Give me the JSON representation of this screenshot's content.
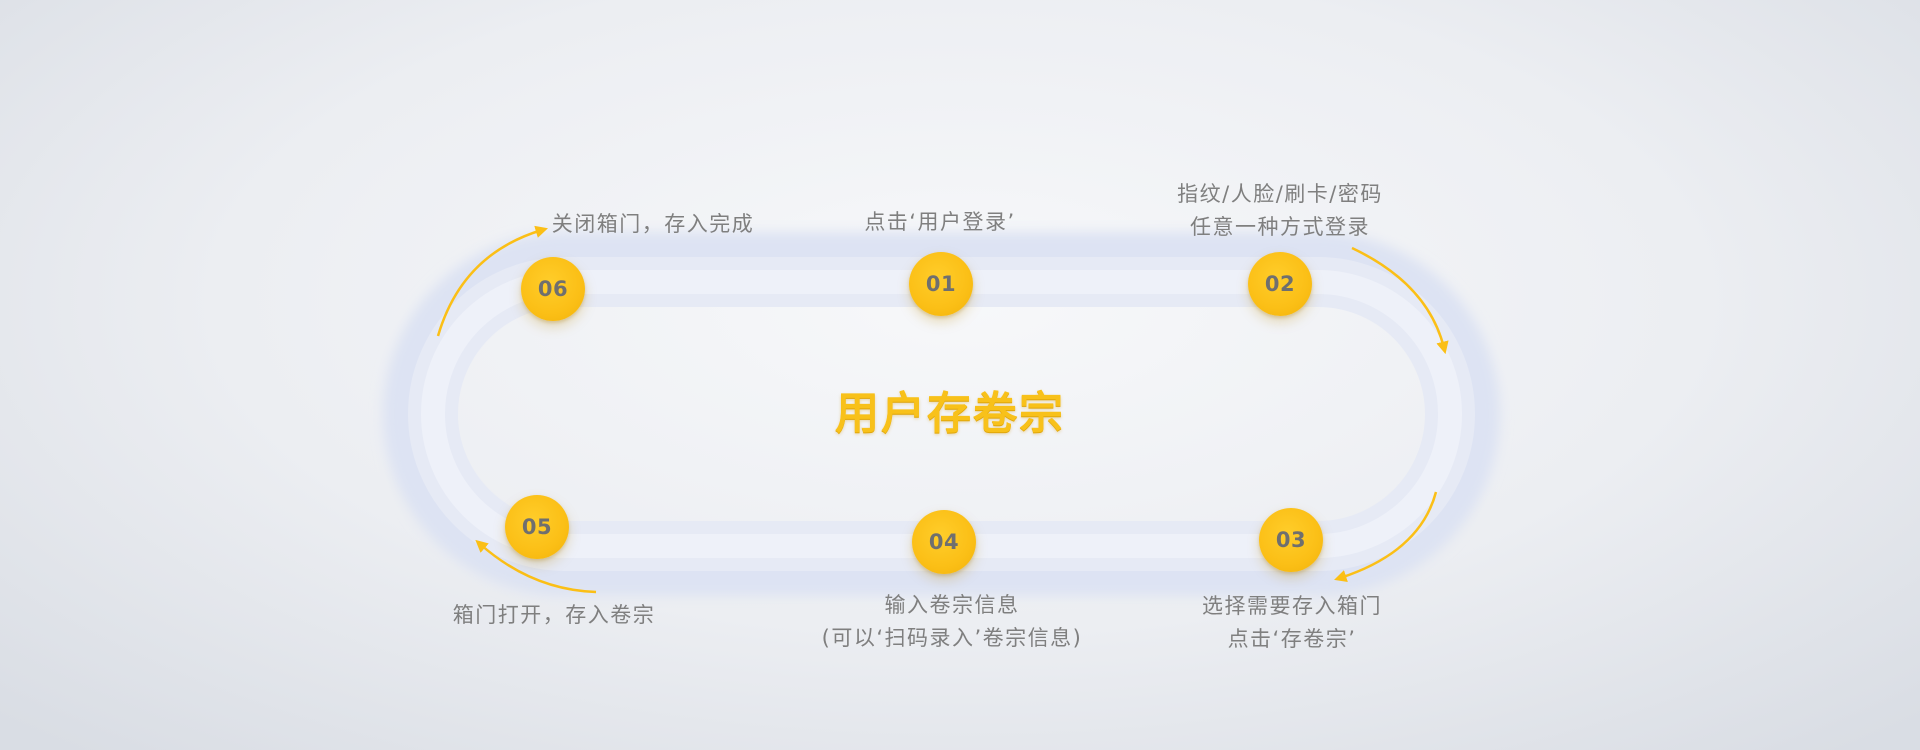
{
  "title": "用户存卷宗",
  "colors": {
    "accent": "#fbbf16",
    "title": "#f8c11a",
    "track": "#e4e8f3",
    "label": "#7f7f7f",
    "number": "#6f6f6f"
  },
  "steps": [
    {
      "number": "01",
      "lines": [
        "点击‘用户登录’"
      ]
    },
    {
      "number": "02",
      "lines": [
        "指纹/人脸/刷卡/密码",
        "任意一种方式登录"
      ]
    },
    {
      "number": "03",
      "lines": [
        "选择需要存入箱门",
        "点击‘存卷宗’"
      ]
    },
    {
      "number": "04",
      "lines": [
        "输入卷宗信息",
        "(可以‘扫码录入’卷宗信息)"
      ]
    },
    {
      "number": "05",
      "lines": [
        "箱门打开，存入卷宗"
      ]
    },
    {
      "number": "06",
      "lines": [
        "关闭箱门，存入完成"
      ]
    }
  ]
}
